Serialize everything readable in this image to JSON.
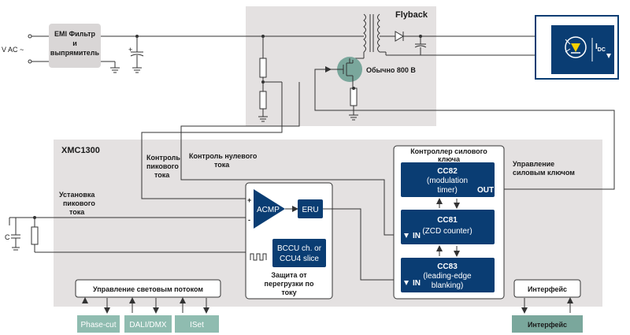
{
  "source": {
    "label": "V AC ~"
  },
  "emi": {
    "line1": "EMI Фильтр",
    "line2": "и",
    "line3": "выпрямитель"
  },
  "flyback": {
    "title": "Flyback",
    "voltage_label": "Обычно 800 В"
  },
  "led_module": {
    "current_label_main": "I",
    "current_label_sub": "DC"
  },
  "mcu": {
    "title": "XMC1300"
  },
  "labels": {
    "peak_control_1": "Контроль",
    "peak_control_2": "пикового",
    "peak_control_3": "тока",
    "zero_control_1": "Контроль нулевого",
    "zero_control_2": "тока",
    "peak_set_1": "Установка",
    "peak_set_2": "пикового",
    "peak_set_3": "тока",
    "switch_mgmt_1": "Управление",
    "switch_mgmt_2": "силовым ключом",
    "capacitor": "C",
    "plus": "+",
    "minus": "-"
  },
  "protection": {
    "acmp": "ACMP",
    "eru": "ERU",
    "bccu_1": "BCCU ch. or",
    "bccu_2": "CCU4 slice",
    "caption_1": "Защита от",
    "caption_2": "перегрузки по",
    "caption_3": "току"
  },
  "switch_controller": {
    "title_1": "Контроллер силового",
    "title_2": "ключа",
    "cc82": {
      "name": "CC82",
      "line1": "(modulation",
      "line2": "timer)",
      "out": "OUT"
    },
    "cc81": {
      "name": "CC81",
      "line1": "(ZCD counter)",
      "in": "IN"
    },
    "cc83": {
      "name": "CC83",
      "line1": "(leading-edge",
      "line2": "blanking)",
      "in": "IN"
    }
  },
  "dimming": {
    "title": "Управление световым потоком",
    "items": [
      "Phase-cut",
      "DALI/DMX",
      "ISet"
    ]
  },
  "interface": {
    "inner": "Интерфейс",
    "outer": "Интерфейс"
  },
  "colors": {
    "navy": "#0a3d73",
    "panel_gray": "#e4e1e1",
    "teal": "#7aa79c",
    "teal_light": "#8fbcb0",
    "emi_gray": "#d9d6d6"
  }
}
